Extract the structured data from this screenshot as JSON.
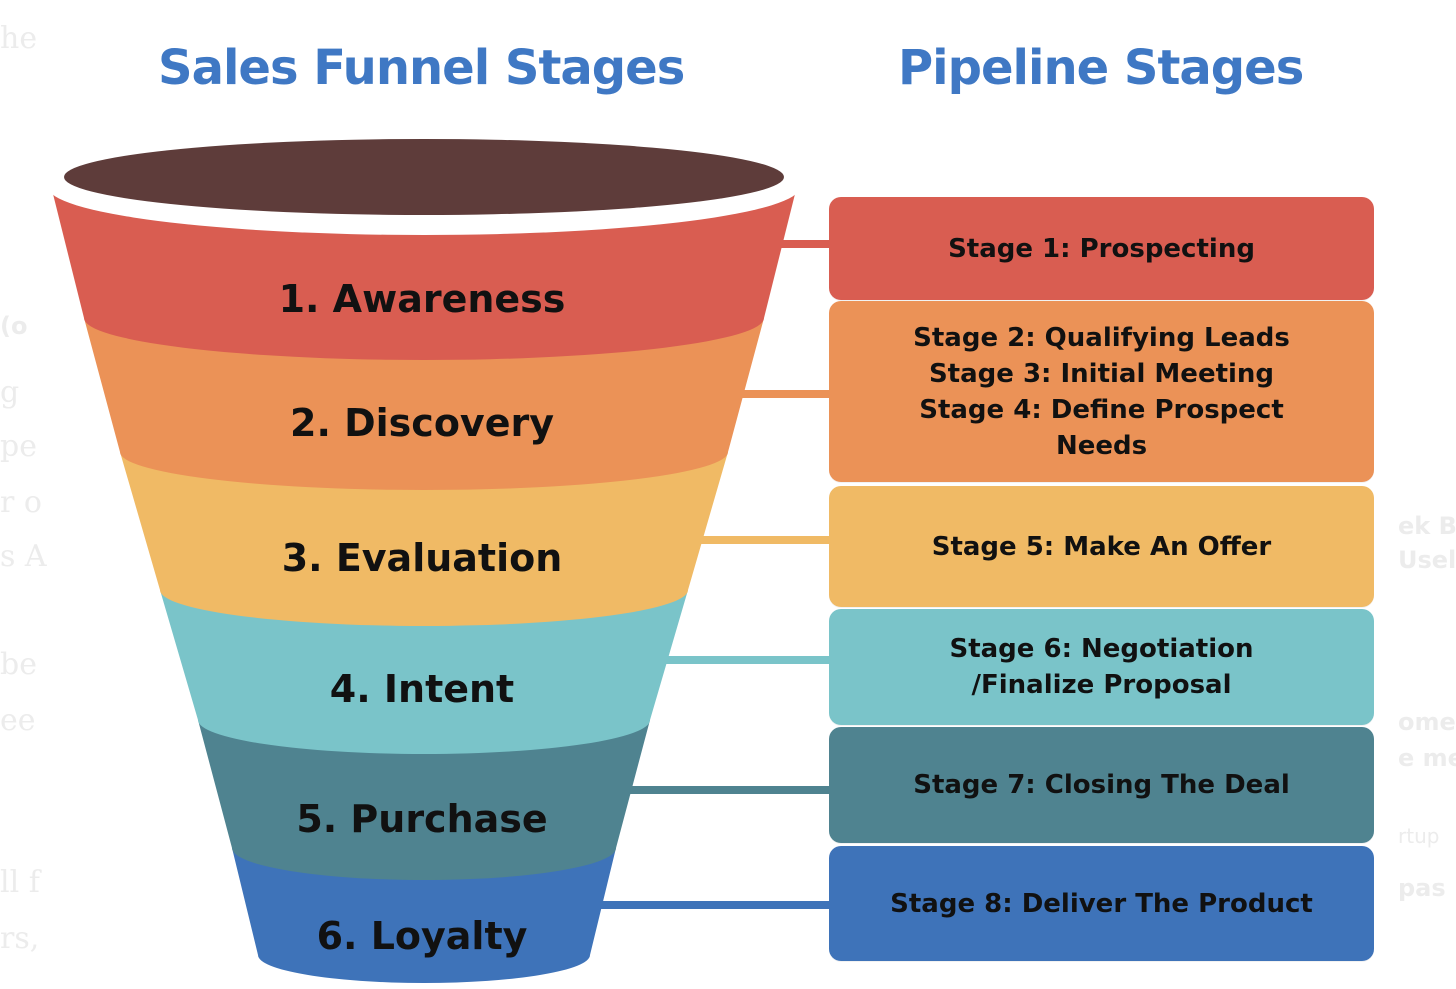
{
  "headings": {
    "funnel": "Sales Funnel Stages",
    "pipeline": "Pipeline Stages"
  },
  "funnel_stages": [
    {
      "label": "1. Awareness",
      "color": "#d95d51"
    },
    {
      "label": "2. Discovery",
      "color": "#eb9257"
    },
    {
      "label": "3. Evaluation",
      "color": "#f0ba65"
    },
    {
      "label": "4. Intent",
      "color": "#7ac4c9"
    },
    {
      "label": "5. Purchase",
      "color": "#4f8390"
    },
    {
      "label": "6. Loyalty",
      "color": "#3e73b9"
    }
  ],
  "funnel_top_color": "#5e3c3a",
  "pipeline_stages": [
    {
      "lines": [
        "Stage 1: Prospecting"
      ],
      "color": "#d95d51"
    },
    {
      "lines": [
        "Stage 2: Qualifying Leads",
        "Stage 3: Initial Meeting",
        "Stage 4: Define Prospect",
        "Needs"
      ],
      "color": "#eb9257"
    },
    {
      "lines": [
        "Stage 5: Make An Offer"
      ],
      "color": "#f0ba65"
    },
    {
      "lines": [
        "Stage 6: Negotiation",
        "/Finalize Proposal"
      ],
      "color": "#7ac4c9"
    },
    {
      "lines": [
        "Stage 7: Closing The Deal"
      ],
      "color": "#4f8390"
    },
    {
      "lines": [
        "Stage 8: Deliver The Product"
      ],
      "color": "#3e73b9"
    }
  ],
  "background_fragments": {
    "left": [
      "he",
      "(o",
      "g",
      "pe",
      "r o",
      "s A",
      "be",
      "ee",
      "ll f",
      "rs,"
    ],
    "right": [
      "ek B",
      "Usel",
      "ome",
      "e me",
      "rtup",
      "pas"
    ]
  }
}
